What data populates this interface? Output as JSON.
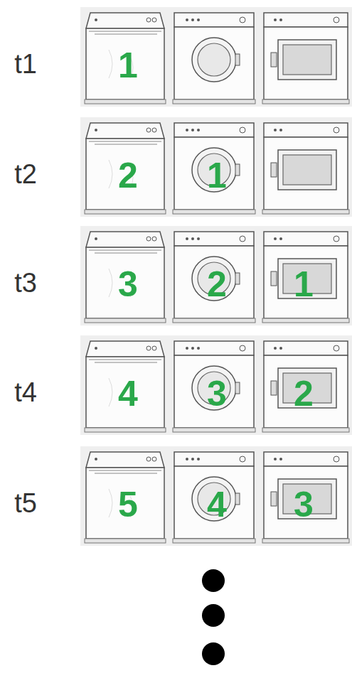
{
  "diagram": {
    "labels": [
      "t1",
      "1",
      "t2",
      "2",
      "1",
      "t3",
      "3",
      "2",
      "1",
      "t4",
      "4",
      "3",
      "2",
      "t5",
      "5",
      "4",
      "3"
    ]
  }
}
